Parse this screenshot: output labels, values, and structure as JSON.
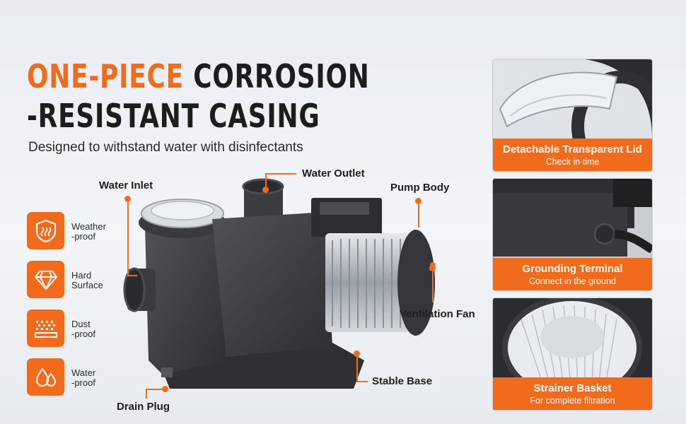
{
  "headline": {
    "accent": "ONE-PIECE",
    "line1_rest": " CORROSION",
    "line2": "-RESISTANT CASING"
  },
  "subtitle": "Designed to withstand water with disinfectants",
  "features": [
    {
      "icon": "weatherproof-icon",
      "label_1": "Weather",
      "label_2": "-proof"
    },
    {
      "icon": "diamond-icon",
      "label_1": "Hard",
      "label_2": "Surface"
    },
    {
      "icon": "dustproof-icon",
      "label_1": "Dust",
      "label_2": "-proof"
    },
    {
      "icon": "waterproof-icon",
      "label_1": "Water",
      "label_2": "-proof"
    }
  ],
  "callouts": {
    "water_inlet": "Water Inlet",
    "water_outlet": "Water Outlet",
    "pump_body": "Pump Body",
    "ventilation_fan": "Ventilation Fan",
    "stable_base": "Stable Base",
    "drain_plug": "Drain Plug"
  },
  "cards": [
    {
      "title": "Detachable Transparent Lid",
      "subtitle": "Check in time"
    },
    {
      "title": "Grounding Terminal",
      "subtitle": "Connect in the ground"
    },
    {
      "title": "Strainer Basket",
      "subtitle": "For complete filtration"
    }
  ],
  "colors": {
    "accent": "#f26a1b",
    "pump_body": "#3a3b3e",
    "motor_silver": "#c6cbd1"
  }
}
